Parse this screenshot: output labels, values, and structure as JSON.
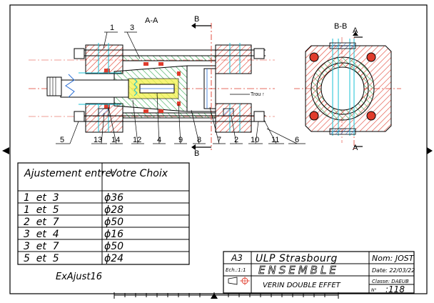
{
  "section_views": {
    "left_view_label": "A-A",
    "right_view_label": "B-B",
    "cut_a": "A",
    "cut_b": "B"
  },
  "callouts": {
    "top": [
      "1",
      "3"
    ],
    "bottom": [
      "5",
      "13",
      "14",
      "12",
      "4",
      "9",
      "8",
      "7",
      "2",
      "10",
      "11",
      "6"
    ]
  },
  "annotation": "Trou ↑",
  "fit_table": {
    "header_left": "Ajustement entre:",
    "header_right": "Votre Choix",
    "rows": [
      {
        "pair": "1  et  3",
        "choice": "ϕ36"
      },
      {
        "pair": "1  et  5",
        "choice": "ϕ28"
      },
      {
        "pair": "2  et  7",
        "choice": "ϕ50"
      },
      {
        "pair": "3  et  4",
        "choice": "ϕ16"
      },
      {
        "pair": "3  et  7",
        "choice": "ϕ50"
      },
      {
        "pair": "5  et  5",
        "choice": "ϕ24"
      }
    ]
  },
  "exercise_label": "ExAjust16",
  "title_block": {
    "format": "A3",
    "school": "ULP Strasbourg",
    "nom": "Nom: JOST",
    "scale": "Ech.:1:1",
    "drawing_type": "ENSEMBLE",
    "date": "Date: 22/03/22",
    "title": "VERIN DOUBLE EFFET",
    "classe": "Classe: DAEUB",
    "number_prefix": "N°",
    "number": ":118"
  }
}
